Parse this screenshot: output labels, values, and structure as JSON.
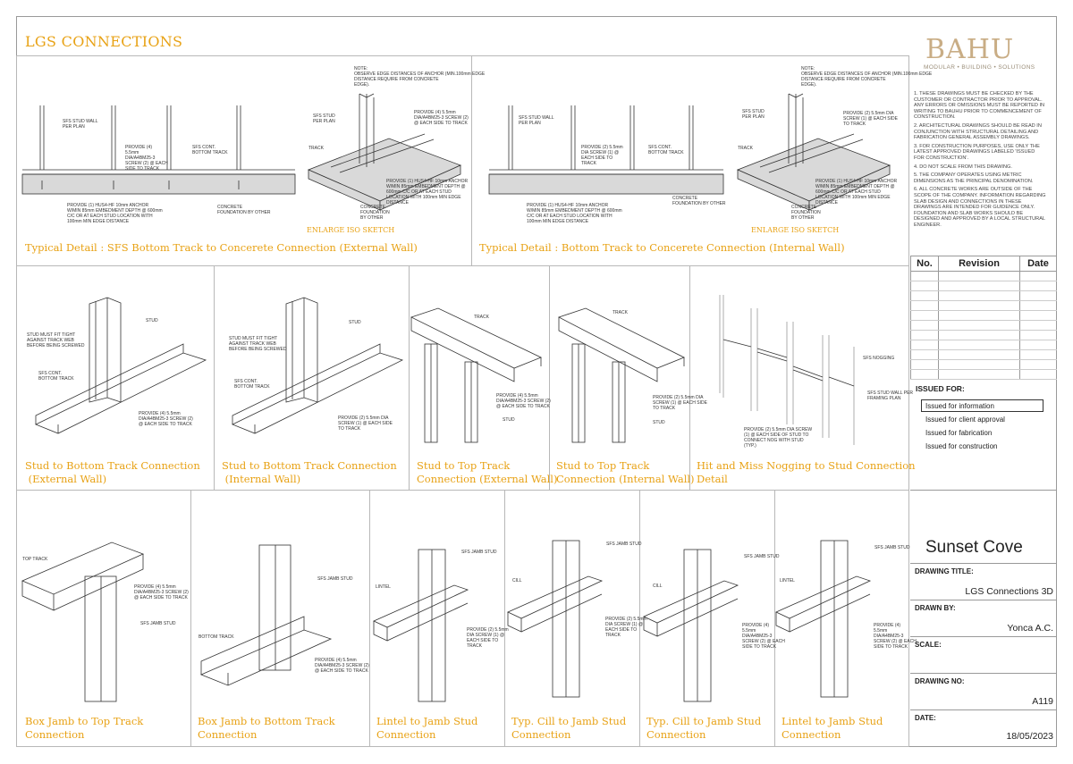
{
  "sheet_title": "LGS CONNECTIONS",
  "brand": {
    "logo": "BAHU",
    "tagline": "MODULAR • BUILDING • SOLUTIONS"
  },
  "details": {
    "ext_wall": {
      "caption": "Typical Detail : SFS Bottom Track to Concerete Connection (External Wall)",
      "enlarge": "ENLARGE ISO SKETCH"
    },
    "int_wall": {
      "caption": "Typical Detail : Bottom Track to Concerete Connection (Internal Wall)",
      "enlarge": "ENLARGE ISO SKETCH"
    },
    "row2": [
      {
        "caption": "Stud to Bottom Track Connection\n (External Wall)"
      },
      {
        "caption": "Stud to Bottom Track Connection\n (Internal Wall)"
      },
      {
        "caption": "Stud to Top Track\nConnection (External Wall)"
      },
      {
        "caption": "Stud to Top Track\nConnection (Internal Wall)"
      },
      {
        "caption": "Hit and Miss Nogging to Stud Connection\nDetail"
      }
    ],
    "row3": [
      {
        "caption": "Box Jamb to Top Track\nConnection"
      },
      {
        "caption": "Box Jamb to Bottom Track\nConnection"
      },
      {
        "caption": "Lintel to Jamb Stud\nConnection"
      },
      {
        "caption": "Typ. Cill to Jamb Stud\nConnection"
      },
      {
        "caption": "Typ. Cill to Jamb Stud\nConnection"
      },
      {
        "caption": "Lintel to Jamb Stud\nConnection"
      }
    ]
  },
  "annotations": {
    "sfs_stud_wall": "SFS STUD WALL\nPER PLAN",
    "provide4_screw": "PROVIDE (4)\n5.5mm\nDIA/A4BM25-3\nSCREW (2) @ EACH\nSIDE TO TRACK",
    "sfs_cont_track": "SFS CONT.\nBOTTOM TRACK",
    "anchor_ext": "PROVIDE (1) HUS4-HF 10mm ANCHOR\nW/MIN 85mm EMBEDMENT DEPTH @ 600mm\nC/C OR AT EACH STUD LOCATION WITH\n100mm MIN EDGE DISTANCE",
    "concrete": "CONCRETE\nFOUNDATION BY OTHER",
    "note_edge": "NOTE:\nOBSERVE EDGE DISTANCES OF ANCHOR (MIN.100mm EDGE\nDISTANCE REQUIRE FROM CONCRETE\nEDGE).",
    "sfs_stud_per_plan": "SFS STUD\nPER PLAN",
    "track": "TRACK",
    "provide4_iso": "PROVIDE (4) 5.5mm\nDIA/A4BM25-3 SCREW (2)\n@ EACH SIDE TO TRACK",
    "anchor_iso": "PROVIDE (1) HUS4-HF 10mm ANCHOR\nW/MIN 85mm EMBEDMENT DEPTH @\n600mm C/C OR AT EACH STUD\nLOCATION WITH 100mm MIN EDGE\nDISTANCE",
    "concrete_iso": "CONCRETE\nFOUNDATION\nBY OTHER",
    "provide2_int": "PROVIDE (2) 5.5mm\nDIA SCREW (1) @\nEACH SIDE TO\nTRACK",
    "provide2_iso": "PROVIDE (2) 5.5mm DIA\nSCREW (1) @ EACH SIDE\nTO TRACK",
    "stud": "STUD",
    "stud_fit": "STUD MUST FIT TIGHT\nAGAINST TRACK WEB\nBEFORE BEING SCREWED",
    "sfs_nogging": "SFS NOGGING",
    "sfs_stud_framing": "SFS STUD WALL PER\nFRAMING PLAN",
    "nogging_screw": "PROVIDE (2) 5.5mm DIA SCREW\n(1) @ EACH SIDE OF STUD TO\nCONNECT NOG WITH STUD\n(TYP.)",
    "top_track": "TOP TRACK",
    "sfs_jamb_stud": "SFS JAMB STUD",
    "bottom_track": "BOTTOM TRACK",
    "lintel": "LINTEL",
    "cill": "CILL"
  },
  "general_notes": [
    "1.  THESE DRAWINGS MUST BE CHECKED BY THE CUSTOMER OR CONTRACTOR PRIOR TO APPROVAL. ANY ERRORS OR OMISSIONS MUST BE REPORTED IN WRITING TO BAUHU PRIOR TO COMMENCEMENT OF CONSTRUCTION.",
    "2.  ARCHITECTURAL DRAWINGS SHOULD BE READ IN CONJUNCTION WITH STRUCTURAL DETAILING AND FABRICATION GENERAL ASSEMBLY DRAWINGS.",
    "3.  FOR CONSTRUCTION PURPOSES, USE ONLY THE LATEST APPROVED DRAWINGS LABELED 'ISSUED FOR CONSTRUCTION'.",
    "4.  DO NOT SCALE FROM THIS DRAWING.",
    "5.  THE COMPANY OPERATES USING METRIC DIMENSIONS AS THE PRINCIPAL DENOMINATION.",
    "6.  ALL CONCRETE WORKS ARE OUTSIDE OF THE SCOPE OF THE COMPANY. INFORMATION REGARDING SLAB DESIGN AND CONNECTIONS IN THESE DRAWINGS ARE INTENDED FOR GUIDENCE ONLY. FOUNDATION AND SLAB WORKS SHOULD BE DESIGNED AND APPROVED BY A LOCAL STRUCTURAL ENGINEER."
  ],
  "revision_table": {
    "headers": [
      "No.",
      "Revision",
      "Date"
    ]
  },
  "issued": {
    "label": "ISSUED FOR:",
    "options": [
      "Issued for information",
      "Issued for client approval",
      "Issued for fabrication",
      "Issued for construction"
    ],
    "selected": "Issued for information"
  },
  "title_block": {
    "project": "Sunset Cove",
    "drawing_title_label": "DRAWING TITLE:",
    "drawing_title": "LGS Connections 3D",
    "drawn_by_label": "DRAWN BY:",
    "drawn_by": "Yonca A.C.",
    "scale_label": "SCALE:",
    "scale": "",
    "drawing_no_label": "DRAWING NO:",
    "drawing_no": "A119",
    "date_label": "DATE:",
    "date": "18/05/2023"
  }
}
